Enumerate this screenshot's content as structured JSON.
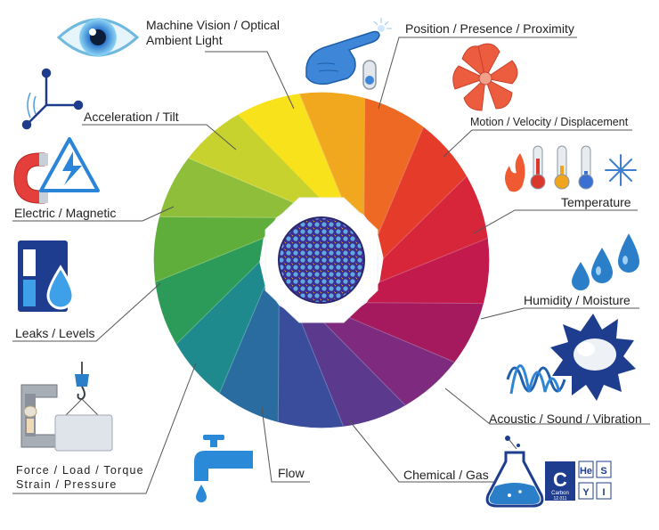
{
  "colors": {
    "wheel": [
      "#F7E21B",
      "#F2A81E",
      "#EE6A24",
      "#E53B2A",
      "#D7263A",
      "#C21A4C",
      "#A51A5E",
      "#7E2A7E",
      "#5B3A8E",
      "#3A4C9C",
      "#2A6CA0",
      "#1F8A8E",
      "#2C9B5A",
      "#5FAE3C",
      "#8FBF3A",
      "#C8D22E"
    ],
    "leader": "#555555",
    "icon_blue": "#2E7BD6",
    "icon_red": "#E8563B"
  },
  "labels": {
    "machine_vision": [
      "Machine Vision / Optical",
      "Ambient Light"
    ],
    "position": "Position / Presence / Proximity",
    "motion": "Motion / Velocity / Displacement",
    "acceleration": "Acceleration / Tilt",
    "temperature": "Temperature",
    "electric": "Electric / Magnetic",
    "humidity": "Humidity / Moisture",
    "leaks": "Leaks / Levels",
    "acoustic": "Acoustic / Sound / Vibration",
    "force": [
      "Force / Load / Torque",
      "Strain / Pressure"
    ],
    "flow": "Flow",
    "chemical": "Chemical / Gas"
  },
  "icons": {
    "machine_vision": "eye-icon",
    "position": "pointing-hand-icon",
    "motion": "fan-icon",
    "acceleration": "axes-icon",
    "temperature": "thermometer-icon",
    "electric": "magnet-lightning-icon",
    "humidity": "water-drops-icon",
    "leaks": "tank-level-icon",
    "acoustic": "sound-wave-icon",
    "force": "clamp-hook-icon",
    "flow": "faucet-icon",
    "chemical": "flask-periodic-icon"
  },
  "periodic": {
    "element": "C",
    "name": "Carbon",
    "weight": "12.011",
    "tiles": [
      "He",
      "S",
      "Y",
      "I"
    ]
  }
}
